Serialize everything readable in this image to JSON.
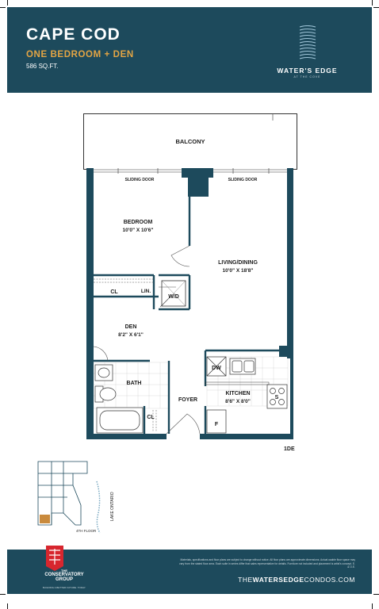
{
  "header": {
    "title": "CAPE COD",
    "subtitle": "ONE BEDROOM + DEN",
    "area": "586 SQ.FT.",
    "brand_name": "WATER'S EDGE",
    "brand_tagline": "AT THE COVE"
  },
  "plan": {
    "unit_code": "1DE",
    "rooms": {
      "balcony": "BALCONY",
      "sliding_door_1": "SLIDING DOOR",
      "sliding_door_2": "SLIDING DOOR",
      "bedroom": "BEDROOM",
      "bedroom_size": "10'0\" X 10'6\"",
      "living": "LIVING/DINING",
      "living_size": "10'0\" X 18'8\"",
      "cl1": "CL",
      "lin": "LIN.",
      "wd": "W/D",
      "den": "DEN",
      "den_size": "8'2\" X 6'1\"",
      "bath": "BATH",
      "dw": "DW",
      "kitchen": "KITCHEN",
      "kitchen_size": "8'6\" X 8'0\"",
      "stove": "S",
      "foyer": "FOYER",
      "cl2": "CL",
      "fridge": "F"
    }
  },
  "keyplan": {
    "floor": "4TH FLOOR",
    "lake": "LAKE ONTARIO"
  },
  "footer": {
    "company_line1": "THE",
    "company_line2": "CONSERVATORY",
    "company_line3": "GROUP",
    "company_tagline": "BUILDING A BETTER FUTURE. TODAY.",
    "disclaimer": "Materials, specifications and floor plans are subject to change without notice. All floor plans are approximate dimensions. Actual usable floor space may vary from the stated floor area. Each suite in series differ that sales representative for details. Furniture not included and placement is artist's concept. E. & O.E.",
    "url_prefix": "THE",
    "url_bold": "WATERSEDGE",
    "url_suffix": "CONDOS.COM"
  },
  "colors": {
    "header_bg": "#1d4a5c",
    "accent": "#e3a544",
    "wall": "#1d4a5c",
    "logo_red": "#d7262e"
  }
}
